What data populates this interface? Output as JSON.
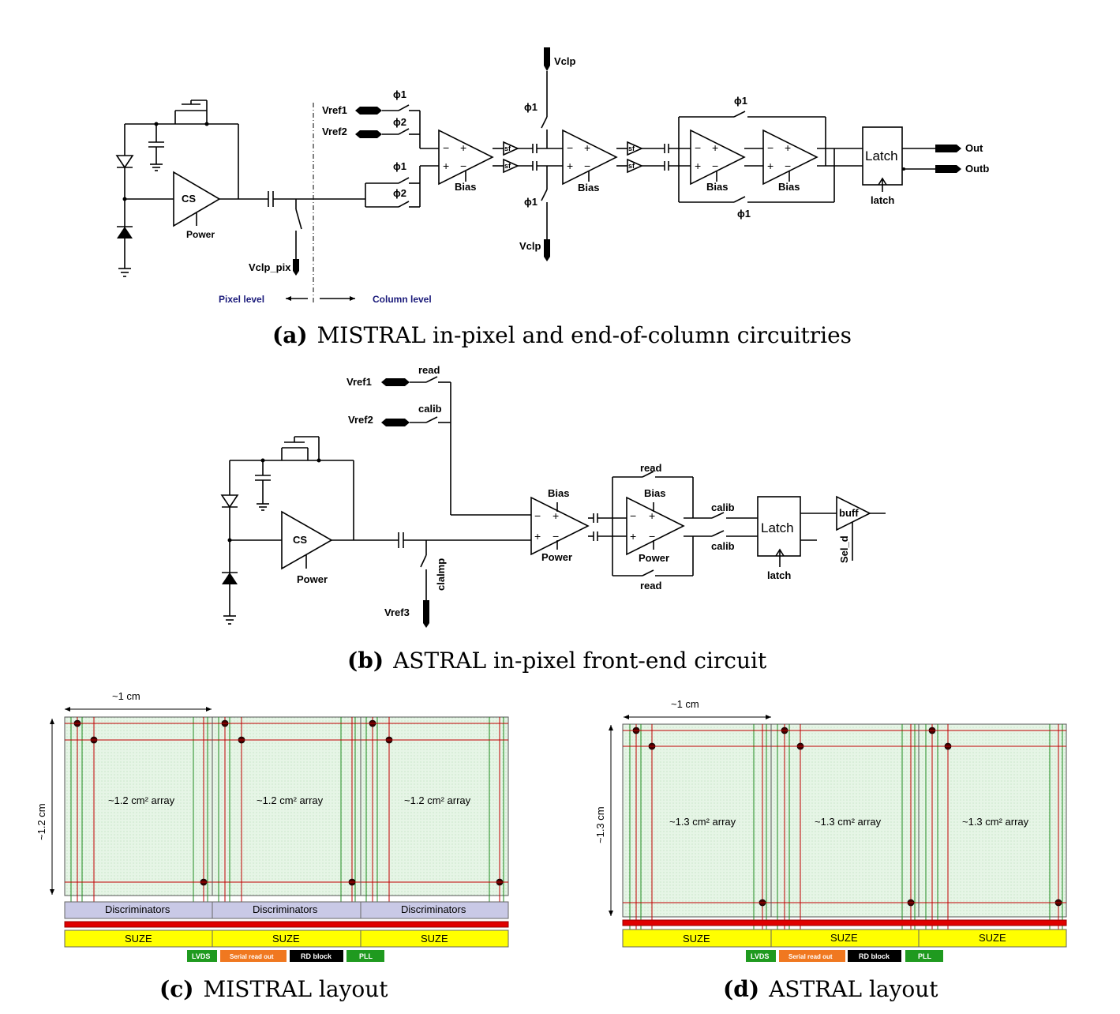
{
  "figure_a": {
    "caption_label": "(a)",
    "caption_text": "MISTRAL in-pixel and end-of-column circuitries",
    "cs": "CS",
    "power": "Power",
    "vclp_pix": "Vclp_pix",
    "pixel_level": "Pixel level",
    "column_level": "Column level",
    "vref1": "Vref1",
    "vref2": "Vref2",
    "phi1": "ϕ1",
    "phi2": "ϕ2",
    "vclp": "Vclp",
    "bias": "Bias",
    "sf": "sf",
    "latch_box": "Latch",
    "latch_sig": "latch",
    "out": "Out",
    "outb": "Outb"
  },
  "figure_b": {
    "caption_label": "(b)",
    "caption_text": "ASTRAL in-pixel front-end circuit",
    "vref1": "Vref1",
    "vref2": "Vref2",
    "vref3": "Vref3",
    "read": "read",
    "calib": "calib",
    "clalmp": "clalmp",
    "cs": "CS",
    "power": "Power",
    "bias": "Bias",
    "latch_box": "Latch",
    "latch_sig": "latch",
    "buff": "buff",
    "sel_d": "Sel_d"
  },
  "figure_c": {
    "caption_label": "(c)",
    "caption_text": "MISTRAL layout",
    "width_label": "~1 cm",
    "height_label": "~1.2 cm",
    "array_label": "~1.2 cm² array",
    "discriminators": "Discriminators",
    "suze": "SUZE"
  },
  "figure_d": {
    "caption_label": "(d)",
    "caption_text": "ASTRAL layout",
    "width_label": "~1 cm",
    "height_label": "~1.3 cm",
    "array_label": "~1.3 cm² array",
    "suze": "SUZE"
  },
  "blocks": {
    "lvds": "LVDS",
    "serial": "Serial read out",
    "rd_block": "RD block",
    "pll": "PLL"
  },
  "colors": {
    "lvds": "#1f9a1f",
    "serial": "#f07820",
    "rd_block": "#000000",
    "pll": "#1f9a1f",
    "suze": "#ffff00",
    "discriminators": "#c9c9e6",
    "red_bar": "#e00000",
    "array_fill": "#e4f4e4"
  }
}
